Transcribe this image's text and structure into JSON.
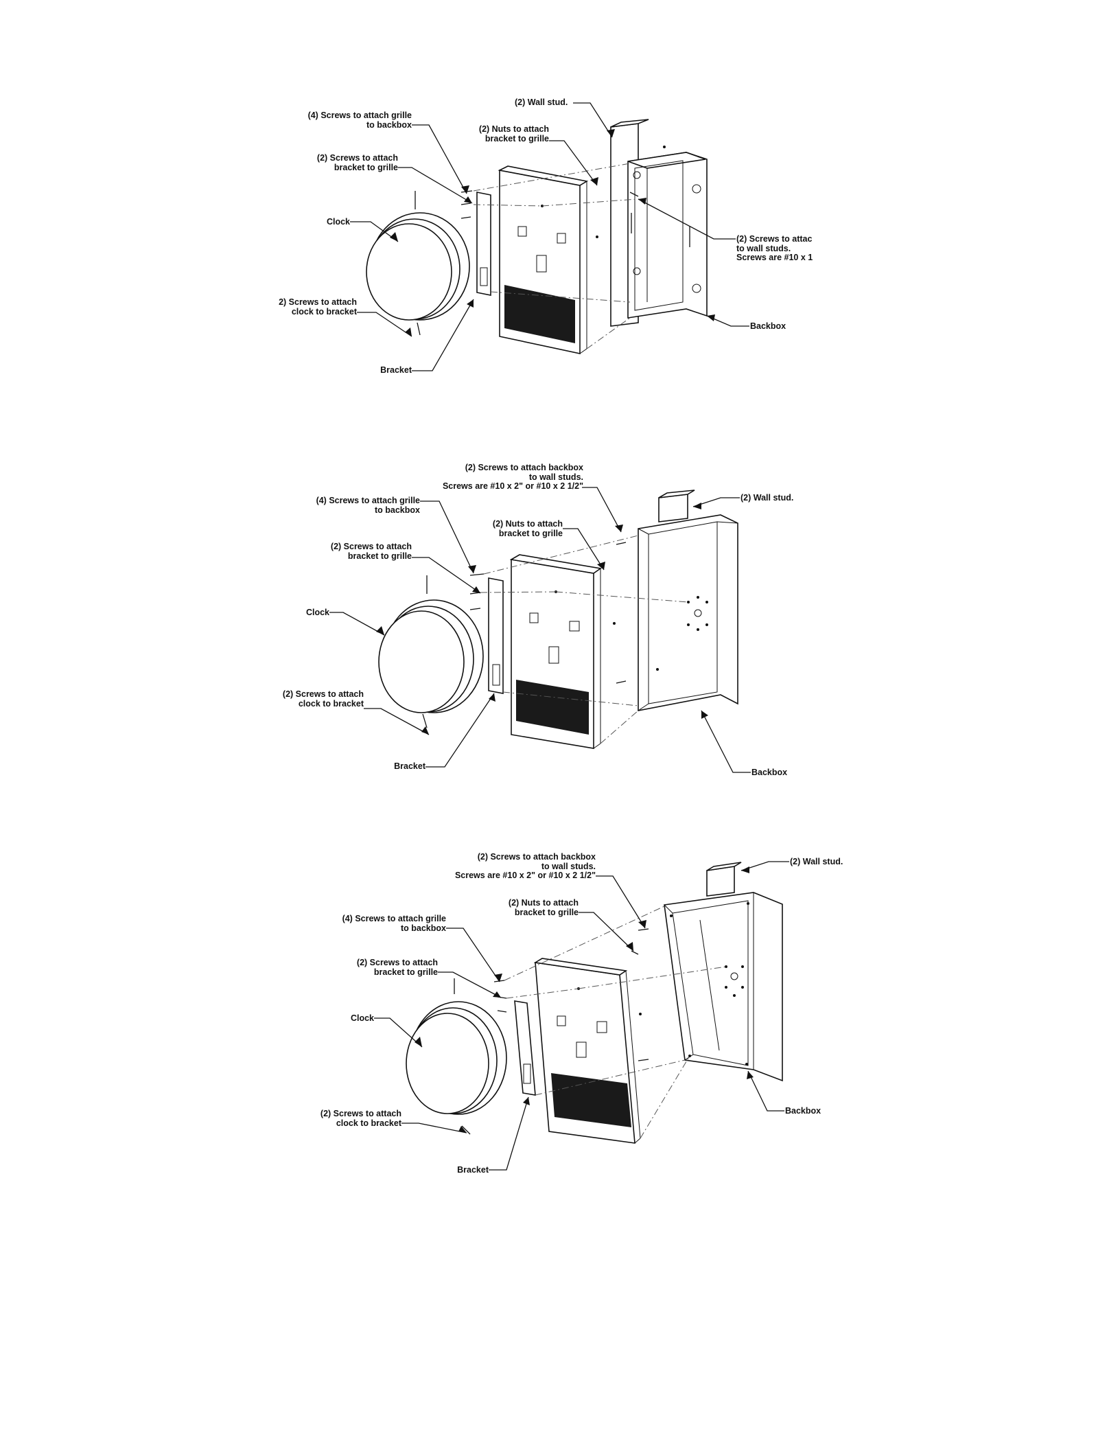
{
  "figures": [
    {
      "wall_stud": "(2) Wall stud.",
      "nuts": "(2) Nuts to attach\nbracket to grille",
      "screws_grille_backbox": "(4) Screws to attach grille\nto backbox",
      "screws_bracket_grille": "(2) Screws to attach\nbracket to grille",
      "clock": "Clock",
      "screws_clock_bracket": "2) Screws to attach\nclock to bracket",
      "bracket": "Bracket",
      "screws_backbox_studs": "(2) Screws to attac\nto wall studs.\nScrews are #10 x 1",
      "backbox": "Backbox"
    },
    {
      "screws_backbox_studs": "(2) Screws to attach backbox\nto wall studs.\nScrews are #10 x 2\" or #10 x 2 1/2\"",
      "wall_stud": "(2) Wall stud.",
      "screws_grille_backbox": "(4) Screws to attach grille\nto backbox",
      "nuts": "(2) Nuts to attach\nbracket to grille",
      "screws_bracket_grille": "(2) Screws to attach\nbracket to grille",
      "clock": "Clock",
      "screws_clock_bracket": "(2) Screws to attach\nclock to bracket",
      "bracket": "Bracket",
      "backbox": "Backbox"
    },
    {
      "screws_backbox_studs": "(2) Screws to attach backbox\nto wall studs.\nScrews are #10 x 2\" or #10 x 2 1/2\"",
      "wall_stud": "(2) Wall stud.",
      "nuts": "(2) Nuts to attach\nbracket to grille",
      "screws_grille_backbox": "(4) Screws to attach grille\nto backbox",
      "screws_bracket_grille": "(2) Screws to attach\nbracket to grille",
      "clock": "Clock",
      "screws_clock_bracket": "(2) Screws to attach\nclock to bracket",
      "bracket": "Bracket",
      "backbox": "Backbox"
    }
  ]
}
